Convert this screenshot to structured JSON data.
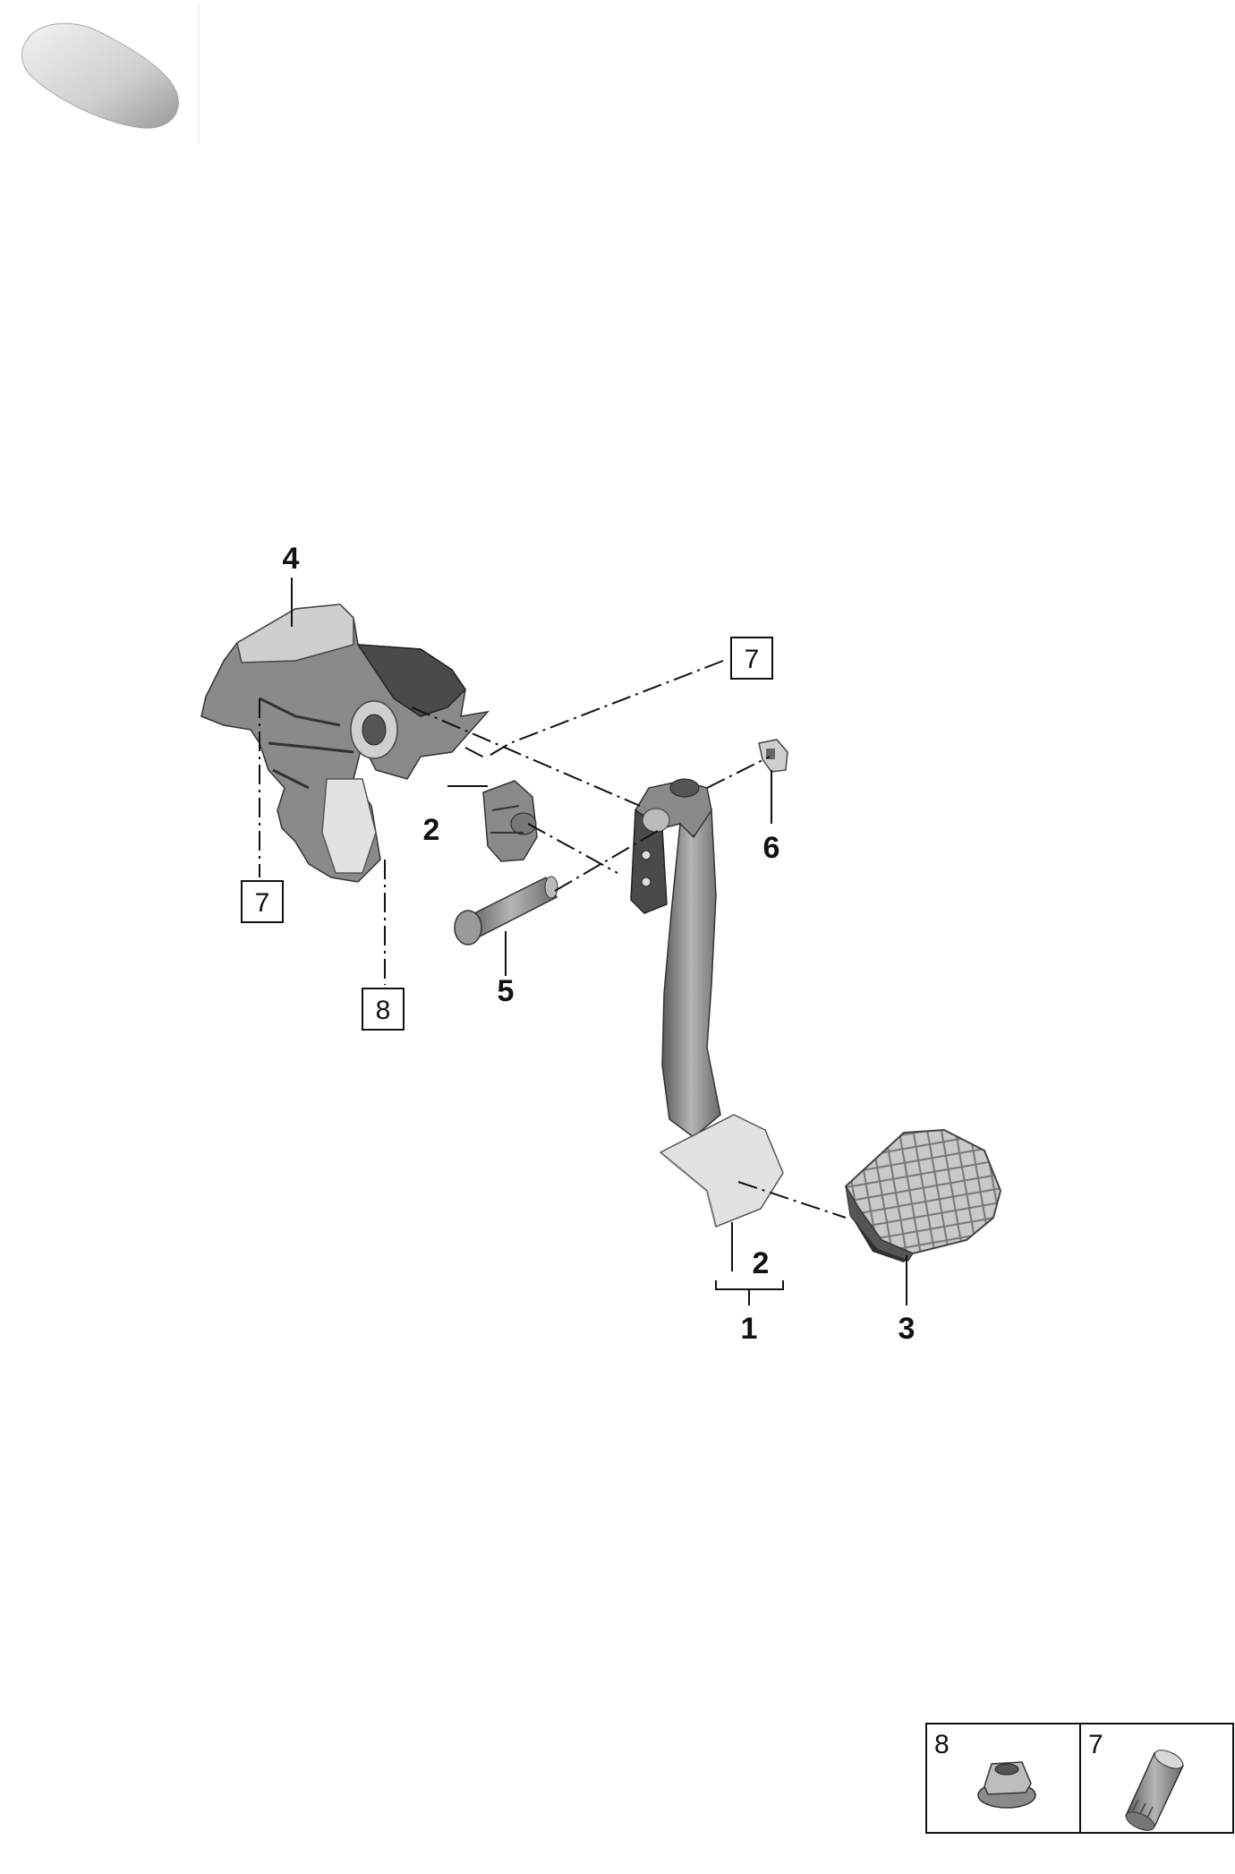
{
  "callouts": {
    "c4": "4",
    "c2_upper": "2",
    "c6": "6",
    "c5": "5",
    "c2_lower": "2",
    "c1": "1",
    "c3": "3"
  },
  "box_refs": {
    "top_right": "7",
    "left": "7",
    "bottom_left": "8"
  },
  "legend": {
    "cells": [
      {
        "number": "8",
        "part_icon": "flange-nut-icon"
      },
      {
        "number": "7",
        "part_icon": "threaded-sleeve-icon"
      }
    ]
  },
  "thumbnail": {
    "icon": "vehicle-silhouette-icon"
  },
  "colors": {
    "line": "#111111",
    "part_dark": "#4a4a4a",
    "part_light": "#cfcfcf"
  }
}
